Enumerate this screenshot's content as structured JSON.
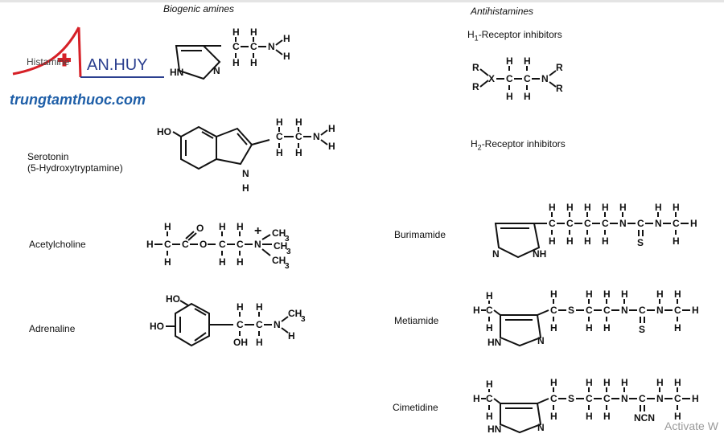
{
  "headers": {
    "biogenic": "Biogenic amines",
    "antihistamines": "Antihistamines"
  },
  "left": {
    "histamine": "Histamine",
    "serotonin_1": "Serotonin",
    "serotonin_2": "(5-Hydroxytryptamine)",
    "acetylcholine": "Acetylcholine",
    "adrenaline": "Adrenaline"
  },
  "right": {
    "h1_prefix": "H",
    "h1_sub": "1",
    "h1_suffix": "-Receptor inhibitors",
    "h2_prefix": "H",
    "h2_sub": "2",
    "h2_suffix": "-Receptor inhibitors",
    "burimamide": "Burimamide",
    "metiamide": "Metiamide",
    "cimetidine": "Cimetidine"
  },
  "logo": {
    "brand": "AN.HUY",
    "site": "trungtamthuoc.com",
    "colors": {
      "red": "#d62027",
      "blue": "#2b3f8f",
      "site": "#1f5fa8"
    }
  },
  "watermark": "Activate W",
  "atoms": {
    "H": "H",
    "N": "N",
    "C": "C",
    "O": "O",
    "S": "S",
    "X": "X",
    "R": "R",
    "HN": "HN",
    "NH": "NH",
    "HO": "HO",
    "OH": "OH",
    "CH3": "CH",
    "three": "3",
    "NCN": "NCN",
    "plus": "+"
  }
}
